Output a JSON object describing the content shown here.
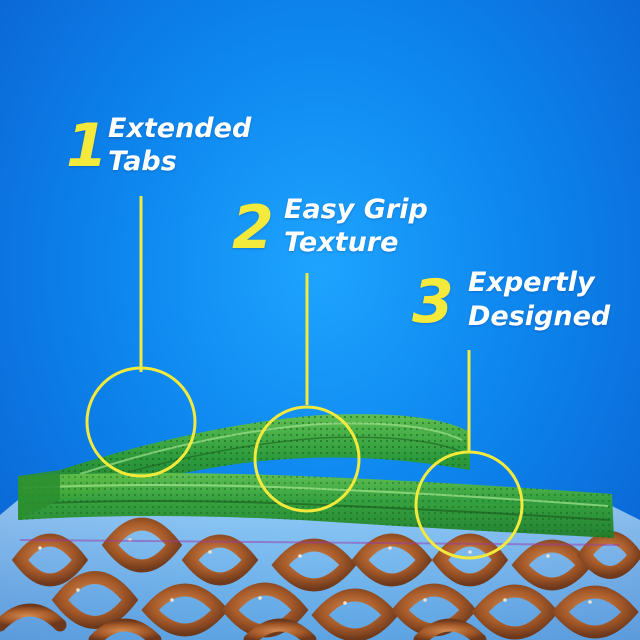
{
  "callouts": [
    {
      "number": "1",
      "line1": "Extended",
      "line2": "Tabs"
    },
    {
      "number": "2",
      "line1": "Easy Grip",
      "line2": "Texture"
    },
    {
      "number": "3",
      "line1": "Expertly",
      "line2": "Designed"
    }
  ],
  "colors": {
    "background_center": "#1ea4ff",
    "background_edge": "#0a5fcf",
    "callout_yellow": "#f4ea3c",
    "zipper_green": "#3aa83a",
    "pretzel_brown": "#b5652c",
    "bag_plastic": "#cfe9f7"
  },
  "icons": {
    "callout_1": "tab-highlight-circle",
    "callout_2": "grip-texture-circle",
    "callout_3": "seal-design-circle"
  }
}
